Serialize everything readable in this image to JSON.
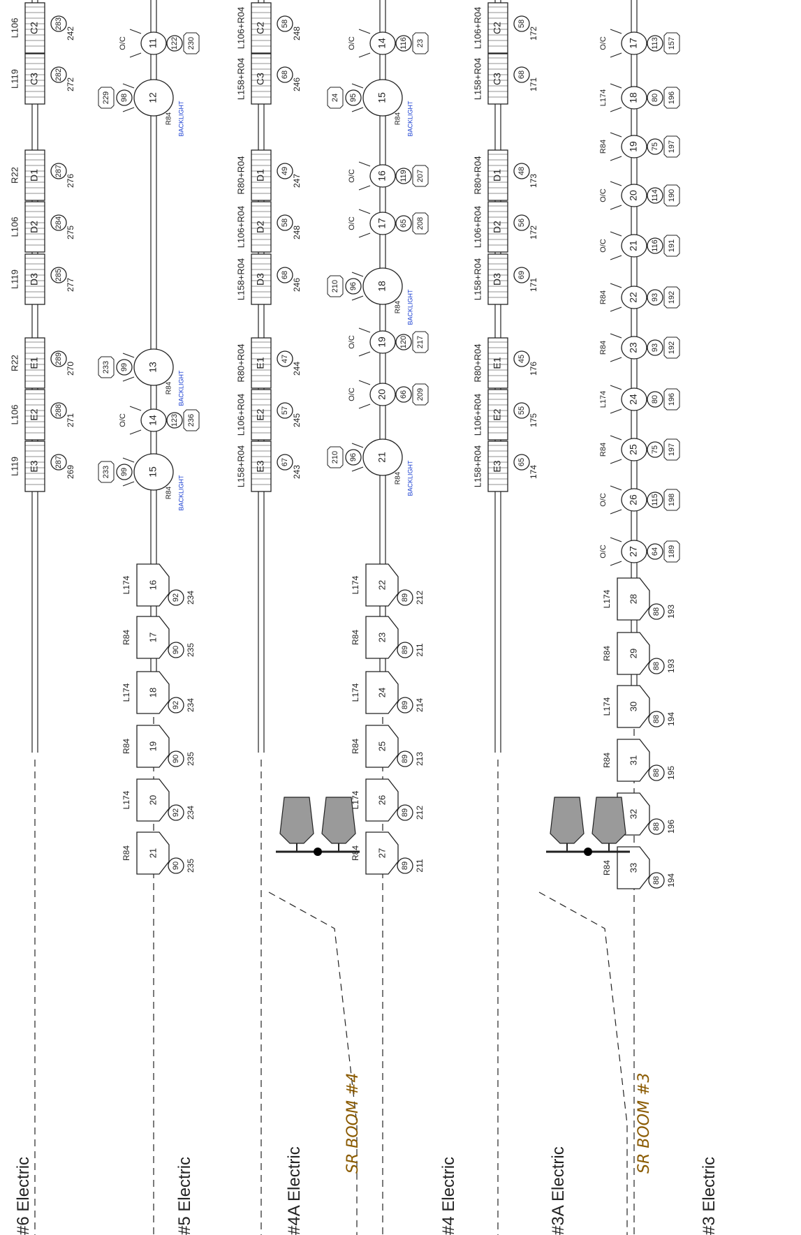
{
  "circuits": [
    {
      "id": "c6",
      "label": "#6 Electric",
      "fixtures": [
        {
          "t": "d",
          "pan": "C2",
          "type": "L106",
          "dmx": "242",
          "ch": "283"
        },
        {
          "t": "d",
          "pan": "C3",
          "type": "L119",
          "dmx": "272",
          "ch": "282"
        },
        {
          "t": "d",
          "pan": "D1",
          "type": "R22",
          "dmx": "276",
          "ch": "287"
        },
        {
          "t": "d",
          "pan": "D2",
          "type": "L106",
          "dmx": "275",
          "ch": "284"
        },
        {
          "t": "d",
          "pan": "D3",
          "type": "L119",
          "dmx": "277",
          "ch": "285"
        },
        {
          "t": "d",
          "pan": "E1",
          "type": "R22",
          "dmx": "270",
          "ch": "289"
        },
        {
          "t": "d",
          "pan": "E2",
          "type": "L106",
          "dmx": "271",
          "ch": "288"
        },
        {
          "t": "d",
          "pan": "E3",
          "type": "L119",
          "dmx": "269",
          "ch": "287"
        }
      ]
    },
    {
      "id": "c5",
      "label": "#5 Electric",
      "fixtures": [
        {
          "t": "s",
          "num": "11",
          "note": "O/C",
          "dmx": "230",
          "ch": "122"
        },
        {
          "t": "p",
          "num": "12",
          "ch": "98",
          "dmx": "229",
          "type": "R84",
          "note": "BACKLIGHT"
        },
        {
          "t": "p",
          "num": "13",
          "ch": "99",
          "dmx": "233",
          "type": "R84",
          "note": "BACKLIGHT"
        },
        {
          "t": "s",
          "num": "14",
          "note": "O/C",
          "dmx": "236",
          "ch": "123"
        },
        {
          "t": "p",
          "num": "15",
          "ch": "99",
          "dmx": "233",
          "type": "R84",
          "note": "BACKLIGHT"
        },
        {
          "t": "m",
          "num": "16",
          "type": "L174",
          "ch": "92",
          "dmx": "234"
        },
        {
          "t": "m",
          "num": "17",
          "type": "R84",
          "ch": "90",
          "dmx": "235"
        },
        {
          "t": "m",
          "num": "18",
          "type": "L174",
          "ch": "92",
          "dmx": "234"
        },
        {
          "t": "m",
          "num": "19",
          "type": "R84",
          "ch": "90",
          "dmx": "235"
        },
        {
          "t": "m",
          "num": "20",
          "type": "L174",
          "ch": "92",
          "dmx": "234"
        },
        {
          "t": "m",
          "num": "21",
          "type": "R84",
          "ch": "90",
          "dmx": "235"
        }
      ]
    },
    {
      "id": "c4a",
      "label": "#4A Electric",
      "fixtures": [
        {
          "t": "d",
          "pan": "C2",
          "type": "L106+R04",
          "dmx": "248",
          "ch": "58"
        },
        {
          "t": "d",
          "pan": "C3",
          "type": "L158+R04",
          "dmx": "246",
          "ch": "68"
        },
        {
          "t": "d",
          "pan": "D1",
          "type": "R80+R04",
          "dmx": "247",
          "ch": "49"
        },
        {
          "t": "d",
          "pan": "D2",
          "type": "L106+R04",
          "dmx": "248",
          "ch": "58"
        },
        {
          "t": "d",
          "pan": "D3",
          "type": "L158+R04",
          "dmx": "246",
          "ch": "68"
        },
        {
          "t": "d",
          "pan": "E1",
          "type": "R80+R04",
          "dmx": "244",
          "ch": "47"
        },
        {
          "t": "d",
          "pan": "E2",
          "type": "L106+R04",
          "dmx": "245",
          "ch": "57"
        },
        {
          "t": "d",
          "pan": "E3",
          "type": "L158+R04",
          "dmx": "243",
          "ch": "67"
        }
      ]
    },
    {
      "id": "c4",
      "label": "#4 Electric",
      "fixtures": [
        {
          "t": "s",
          "num": "14",
          "note": "O/C",
          "dmx": "23",
          "ch": "116"
        },
        {
          "t": "p",
          "num": "15",
          "ch": "95",
          "dmx": "24",
          "type": "R84",
          "note": "BACKLIGHT"
        },
        {
          "t": "s",
          "num": "16",
          "note": "O/C",
          "dmx": "207",
          "ch": "119"
        },
        {
          "t": "s",
          "num": "17",
          "note": "O/C",
          "dmx": "208",
          "ch": "65"
        },
        {
          "t": "p",
          "num": "18",
          "ch": "96",
          "dmx": "210",
          "type": "R84",
          "note": "BACKLIGHT"
        },
        {
          "t": "s",
          "num": "19",
          "note": "O/C",
          "dmx": "217",
          "ch": "120"
        },
        {
          "t": "s",
          "num": "20",
          "note": "O/C",
          "dmx": "209",
          "ch": "66"
        },
        {
          "t": "p",
          "num": "21",
          "ch": "96",
          "dmx": "210",
          "type": "R84",
          "note": "BACKLIGHT"
        },
        {
          "t": "m",
          "num": "22",
          "type": "L174",
          "ch": "89",
          "dmx": "212"
        },
        {
          "t": "m",
          "num": "23",
          "type": "R84",
          "ch": "89",
          "dmx": "211"
        },
        {
          "t": "m",
          "num": "24",
          "type": "L174",
          "ch": "89",
          "dmx": "214"
        },
        {
          "t": "m",
          "num": "25",
          "type": "R84",
          "ch": "89",
          "dmx": "213"
        },
        {
          "t": "m",
          "num": "26",
          "type": "L174",
          "ch": "89",
          "dmx": "212"
        },
        {
          "t": "m",
          "num": "27",
          "type": "R84",
          "ch": "89",
          "dmx": "211"
        }
      ]
    },
    {
      "id": "c3a",
      "label": "#3A Electric",
      "fixtures": [
        {
          "t": "d",
          "pan": "C2",
          "type": "L106+R04",
          "dmx": "172",
          "ch": "58"
        },
        {
          "t": "d",
          "pan": "C3",
          "type": "L158+R04",
          "dmx": "171",
          "ch": "68"
        },
        {
          "t": "d",
          "pan": "D1",
          "type": "R80+R04",
          "dmx": "173",
          "ch": "48"
        },
        {
          "t": "d",
          "pan": "D2",
          "type": "L106+R04",
          "dmx": "172",
          "ch": "56"
        },
        {
          "t": "d",
          "pan": "D3",
          "type": "L158+R04",
          "dmx": "171",
          "ch": "69"
        },
        {
          "t": "d",
          "pan": "E1",
          "type": "R80+R04",
          "dmx": "176",
          "ch": "45"
        },
        {
          "t": "d",
          "pan": "E2",
          "type": "L106+R04",
          "dmx": "175",
          "ch": "55"
        },
        {
          "t": "d",
          "pan": "E3",
          "type": "L158+R04",
          "dmx": "174",
          "ch": "65"
        }
      ]
    },
    {
      "id": "c3",
      "label": "#3 Electric",
      "fixtures": [
        {
          "t": "s",
          "num": "17",
          "note": "O/C",
          "dmx": "157",
          "ch": "113"
        },
        {
          "t": "s",
          "num": "18",
          "note": "L174",
          "dmx": "196",
          "ch": "80"
        },
        {
          "t": "s",
          "num": "19",
          "note": "R84",
          "dmx": "197",
          "ch": "75"
        },
        {
          "t": "s",
          "num": "20",
          "note": "O/C",
          "dmx": "190",
          "ch": "114"
        },
        {
          "t": "s",
          "num": "21",
          "note": "O/C",
          "dmx": "191",
          "ch": "116"
        },
        {
          "t": "s",
          "num": "22",
          "note": "R84",
          "dmx": "192",
          "ch": "93"
        },
        {
          "t": "s",
          "num": "23",
          "note": "R84",
          "dmx": "192",
          "ch": "93"
        },
        {
          "t": "s",
          "num": "24",
          "note": "L174",
          "dmx": "196",
          "ch": "80"
        },
        {
          "t": "s",
          "num": "25",
          "note": "R84",
          "dmx": "197",
          "ch": "75"
        },
        {
          "t": "s",
          "num": "26",
          "note": "O/C",
          "dmx": "198",
          "ch": "115"
        },
        {
          "t": "s",
          "num": "27",
          "note": "O/C",
          "dmx": "189",
          "ch": "64"
        },
        {
          "t": "m",
          "num": "28",
          "type": "L174",
          "ch": "88",
          "dmx": "193"
        },
        {
          "t": "m",
          "num": "29",
          "type": "R84",
          "ch": "88",
          "dmx": "193"
        },
        {
          "t": "m",
          "num": "30",
          "type": "L174",
          "ch": "88",
          "dmx": "194"
        },
        {
          "t": "m",
          "num": "31",
          "type": "R84",
          "ch": "88",
          "dmx": "195"
        },
        {
          "t": "m",
          "num": "32",
          "type": "L174",
          "ch": "88",
          "dmx": "196"
        },
        {
          "t": "m",
          "num": "33",
          "type": "R84",
          "ch": "88",
          "dmx": "194"
        }
      ]
    }
  ],
  "booms": [
    {
      "id": "b4",
      "label": "SR BOOM #4"
    },
    {
      "id": "b3",
      "label": "SR BOOM #3"
    }
  ],
  "colors": {
    "line": "#222222",
    "note": "#1a3fd1",
    "boom": "#8a5a00",
    "fill": "#9a9a9a"
  }
}
